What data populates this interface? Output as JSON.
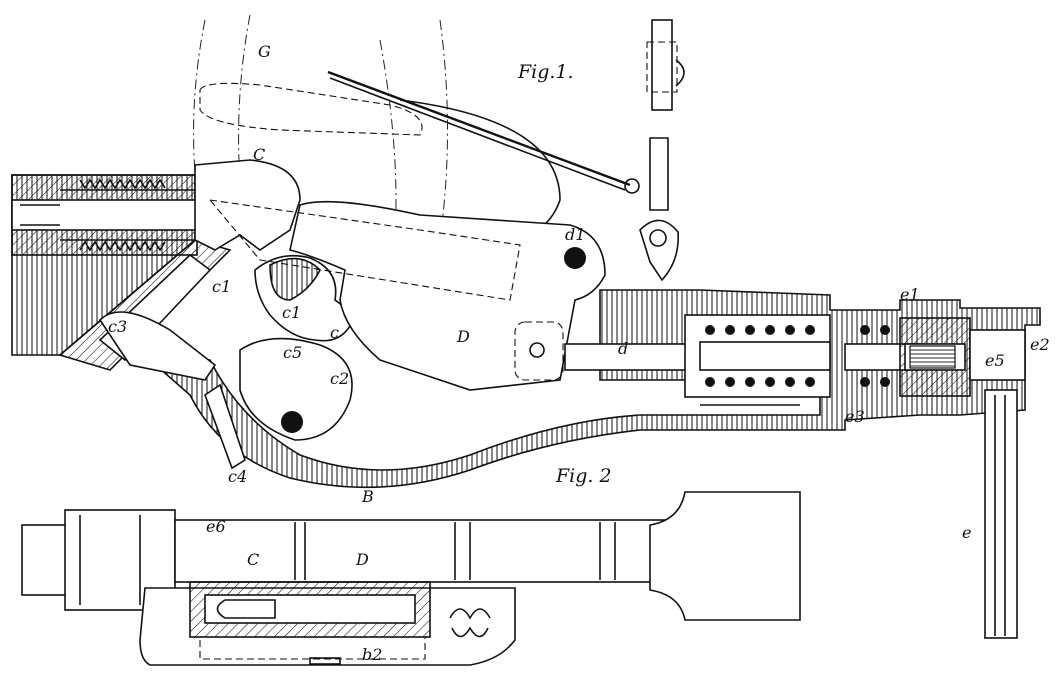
{
  "figures": [
    {
      "id": "fig1",
      "label": "Fig.1."
    },
    {
      "id": "fig2",
      "label": "Fig. 2"
    }
  ],
  "references": {
    "G": "G",
    "C_top": "C",
    "c1": "c1",
    "c3": "c3",
    "c1b": "c1",
    "c": "c",
    "c5": "c5",
    "c2": "c2",
    "c4": "c4",
    "D_fig1": "D",
    "d1": "d1",
    "d": "d",
    "e1": "e1",
    "e2": "e2",
    "e3": "e3",
    "e5": "e5",
    "e": "e",
    "B": "B",
    "e6": "e6",
    "C_fig2": "C",
    "D_fig2": "D",
    "b2": "b2"
  }
}
